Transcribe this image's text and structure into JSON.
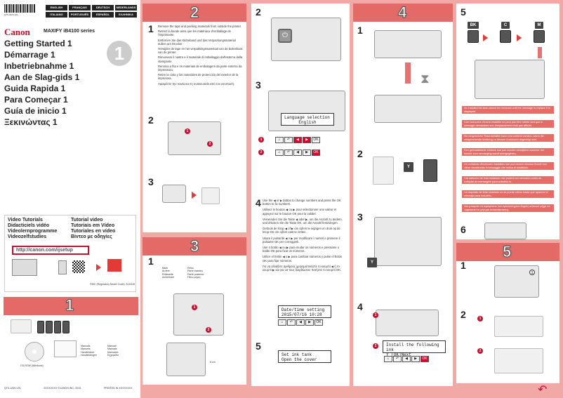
{
  "cover": {
    "barcode_text": "QT5-0123-V01",
    "languages": [
      "ENGLISH",
      "FRANÇAIS",
      "DEUTSCH",
      "NEDERLANDS",
      "ITALIANO",
      "PORTUGUÊS",
      "ESPAÑOL",
      "ΕΛΛΗΝΙΚΑ"
    ],
    "brand": "Canon",
    "model": "MAXIFY iB4100 series",
    "titles": [
      "Getting Started 1",
      "Démarrage 1",
      "Inbetriebnahme 1",
      "Aan de Slag-gids 1",
      "Guida Rapida 1",
      "Para Começar 1",
      "Guía de inicio 1",
      "Ξεκινώντας 1"
    ],
    "big_number": "1",
    "video_left": [
      "Video Tutorials",
      "Didacticiels vidéo",
      "Videolernprogramme",
      "Videozelfstudies"
    ],
    "video_right": [
      "Tutorial video",
      "Tutoriais em Vídeo",
      "Tutoriales en vídeo",
      "Βίντεο με οδηγίες"
    ],
    "url": "http://canon.com/ijsetup",
    "rmc": "RMC (Regulatory Model Code): K10416",
    "footer_left": "QT5-1259-V01",
    "footer_mid": "XXXXXXXX ©CANON INC. 2015",
    "footer_right": "PRINTED IN XXXXXXXX"
  },
  "section1": {
    "number": "1",
    "cd_label": "CD-ROM (Windows)",
    "manuals_a": [
      "Manuals",
      "Manuels",
      "Handbücher",
      "Handleidingen"
    ],
    "manuals_b": [
      "Manuali",
      "Manuais",
      "Manuales",
      "Εγχειρίδιο"
    ]
  },
  "section2a": {
    "number": "2",
    "step1": "1",
    "step2": "2",
    "step3": "3",
    "instructions": [
      "Remove the tape and packing materials from outside the printer.",
      "Retirez la bande ainsi que les matériaux d'emballage de l'imprimante.",
      "Entfernen Sie das Klebeband und das Verpackungsmaterial außen am Drucker.",
      "Verwijder de tape en het verpakkingsmateriaal van de buitenkant van de printer.",
      "Rimuovere il nastro e il materiale di imballaggio dall'esterno della stampante.",
      "Remova a fita e os materiais de embalagem da parte externa da impressora.",
      "Retire la cinta y los materiales de protección del exterior de la impresora.",
      "Αφαιρέστε την ταινία και τη συσκευασία από τον εκτυπωτή."
    ]
  },
  "section3": {
    "number": "3",
    "step1": "1",
    "labels_a": [
      "Back",
      "Arrière",
      "Rückseite",
      "Achterkant"
    ],
    "labels_b": [
      "Retro",
      "Parte traseira",
      "Parte posterior",
      "Πίσω μέρος"
    ],
    "cm": "5 cm"
  },
  "section2b": {
    "number": "2",
    "step3": "3",
    "step4": "4",
    "step5": "5",
    "lcd1_line1": "Language selection",
    "lcd1_line2": "English",
    "lcd2_line1": "Date/time setting",
    "lcd2_line2": "2015/07/16     10:28",
    "lcd3_line1": "Set ink tank",
    "lcd3_line2": "Open the cover",
    "instructions": [
      "Use the ◀ or ▶ button to change numbers and press the OK button to fix numbers.",
      "Utilisez le bouton ◀ ou ▶ pour sélectionner une valeur et appuyez sur le bouton OK pour la valider.",
      "Verwenden Sie die Taste ◀ oder ▶, um die Anzahl zu ändern, und drücken Sie die Taste OK, um die Anzahl festzulegen.",
      "Gebruik de knop ◀ of ▶ om cijfers te wijzigen en druk op de knop OK om cijfers vast te zetten.",
      "Usare il pulsante ◀ o ▶ per modificare i numeri e premere il pulsante OK per correggerli.",
      "Use o botão ◀ ou ▶ para mudar os números e pressione o botão OK para fixar os números.",
      "Utilice el botón ◀ o ▶ para cambiar números y pulse el botón OK para fijar números.",
      "Για να αλλάξετε αριθμούς χρησιμοποιήστε το κουμπί ◀ ή το κουμπί ▶ και για να τους διορθώσετε πατήστε το κουμπί OK."
    ]
  },
  "section4": {
    "number": "4",
    "step1": "1",
    "step2": "2",
    "step3": "3",
    "step4": "4",
    "lcd_line1": "Install the following ink",
    "lcd_line2": "Y    [OK]Next",
    "ink_label": "Y"
  },
  "section5a": {
    "number": "5",
    "ink_labels": [
      "BK",
      "C",
      "M"
    ],
    "step6": "6",
    "warnings": [
      "An installed ink tank cannot be removed until the message to replace it is displayed.",
      "Une cartouche d'encre installée ne peut pas être retirée tant que le message demandant son remplacement n'est pas affiché.",
      "Ein eingesetzter Tintenbehälter kann erst entfernt werden, wenn die entsprechende Meldung zu dessen Austausch angezeigt wird.",
      "Een geïnstalleerde inkttank kan pas worden verwijderd wanneer het bericht voor vervanging wordt weergegeven.",
      "Un serbatoio d'inchiostro installato non può essere rimosso finché non viene visualizzato il messaggio che indica di sostituirlo.",
      "Um cartucho de tinta instalado não poderá ser removido antes da exibição da mensagem para substituí-lo.",
      "Un depósito de tinta instalado no se puede retirar hasta que aparece el mensaje para reducirlo.",
      "Δεν μπορείτε να αφαιρέσετε ένα εγκατεστημένο δοχείο μελανιού μέχρι να εμφανιστεί το μήνυμα αντικατάστασης."
    ]
  },
  "section5b": {
    "number": "5",
    "step1": "1",
    "step2": "2"
  }
}
